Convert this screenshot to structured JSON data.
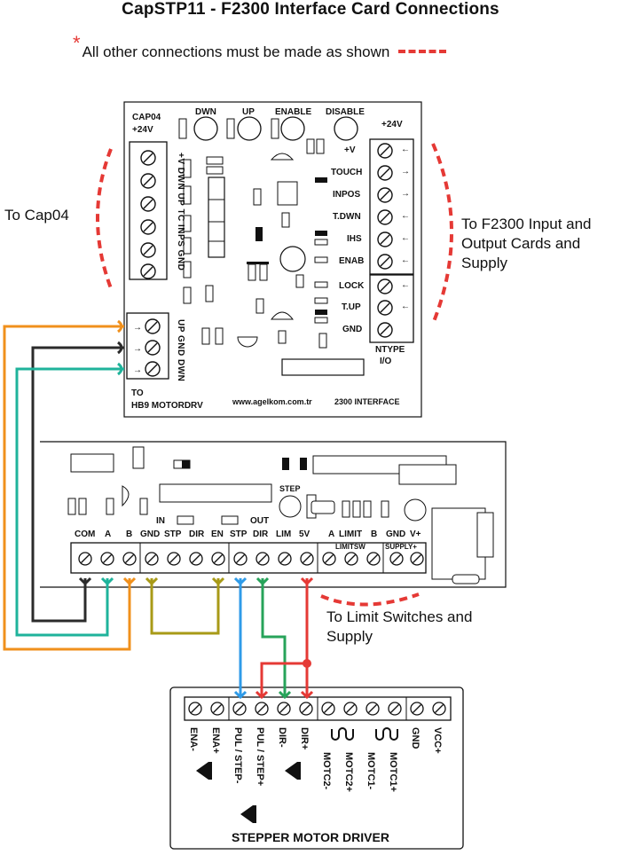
{
  "title": "CapSTP11 - F2300 Interface Card Connections",
  "note": {
    "star": "*",
    "text": "All other connections must be made as shown"
  },
  "labels": {
    "to_cap04": "To Cap04",
    "to_f2300": "To F2300 Input and Output Cards and Supply",
    "to_limit": "To Limit Switches and Supply"
  },
  "interface_card": {
    "cap04": "CAP04",
    "plus24_left": "+24V",
    "plus24_right": "+24V",
    "buttons": [
      "DWN",
      "UP",
      "ENABLE",
      "DISABLE"
    ],
    "left_terminals": [
      "+V DWN UP TC INPS GND"
    ],
    "right_terminals": [
      "+V",
      "TOUCH",
      "INPOS",
      "T.DWN",
      "IHS",
      "ENAB",
      "LOCK",
      "T.UP",
      "GND"
    ],
    "right_arrows": [
      "←",
      "→",
      "→",
      "←",
      "←",
      "←",
      "←",
      "←",
      ""
    ],
    "ntype": "NTYPE",
    "io": "I/O",
    "hb9_terminals": "UP GND DWN",
    "to": "TO",
    "hb9": "HB9 MOTORDRV",
    "url": "www.agelkom.com.tr",
    "board": "2300 INTERFACE"
  },
  "motor_card": {
    "step": "STEP",
    "in": "IN",
    "out": "OUT",
    "terminals": [
      "COM",
      "A",
      "B",
      "GND",
      "STP",
      "DIR",
      "EN",
      "STP",
      "DIR",
      "LIM",
      "5V",
      "A",
      "LIMIT",
      "B",
      "GND",
      "V+"
    ],
    "limitsw": "LIMITSW",
    "supply": "SUPPLY+"
  },
  "driver": {
    "name": "STEPPER MOTOR DRIVER",
    "pins": [
      "ENA-",
      "ENA+",
      "PUL / STEP-",
      "PUL / STEP+",
      "DIR-",
      "DIR+",
      "MOTC2-",
      "MOTC2+",
      "MOTC1-",
      "MOTC1+",
      "GND",
      "VCC+"
    ]
  },
  "colors": {
    "red": "#e53935",
    "orange": "#f0901c",
    "black": "#2b2b2b",
    "teal": "#1fb39b",
    "olive": "#a89a17",
    "blue": "#2f9be8",
    "green": "#27a35a",
    "dash": "#e53935"
  }
}
